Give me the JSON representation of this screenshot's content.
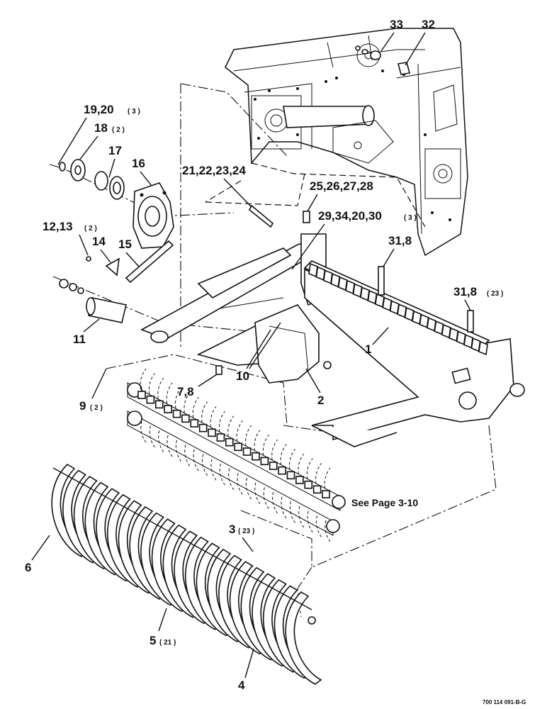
{
  "callouts": {
    "c33": "33",
    "c32": "32",
    "c19_20": "19,20",
    "c19_20_qty": "( 3 )",
    "c18": "18",
    "c18_qty": "( 2 )",
    "c17": "17",
    "c16": "16",
    "c21_24": "21,22,23,24",
    "c25_28": "25,26,27,28",
    "c29_30": "29,34,20,30",
    "c29_30_qty": "( 3 )",
    "c12_13": "12,13",
    "c12_13_qty": "( 2 )",
    "c14": "14",
    "c15": "15",
    "c31_8a": "31,8",
    "c31_8b": "31,8",
    "c31_8b_qty": "( 23 )",
    "c11": "11",
    "c1": "1",
    "c10": "10",
    "c2": "2",
    "c9": "9",
    "c9_qty": "( 2 )",
    "c7_8": "7,8",
    "c3": "3",
    "c3_qty": "( 23 )",
    "c6": "6",
    "c5": "5",
    "c5_qty": "( 21 )",
    "c4": "4"
  },
  "note": "See Page 3-10",
  "figure_code": "700 114 091-B-G"
}
